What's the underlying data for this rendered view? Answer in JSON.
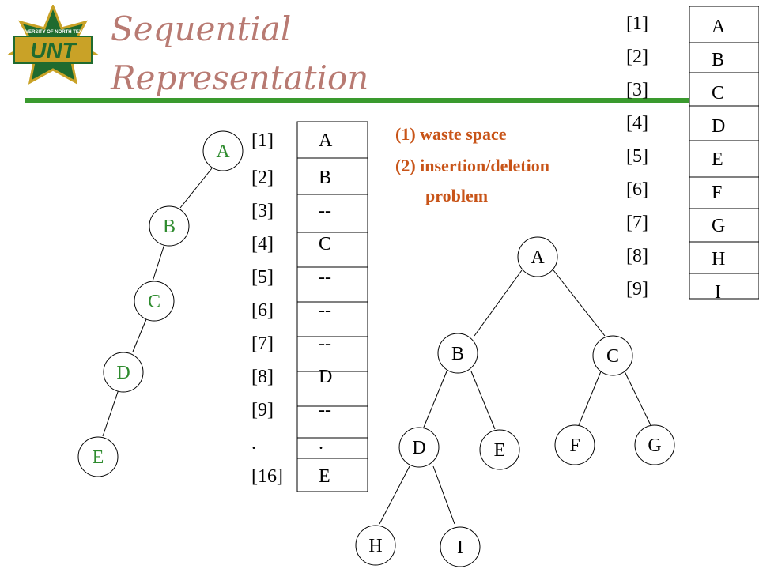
{
  "title": {
    "line1": "Sequential",
    "line2": "Representation"
  },
  "logo": {
    "main_text": "UNT",
    "ring_text": "UNIVERSITY OF NORTH TEXAS",
    "colors": {
      "green": "#1f6b2f",
      "gold": "#c9a227"
    }
  },
  "skewed_tree": {
    "nodes": [
      "A",
      "B",
      "C",
      "D",
      "E"
    ],
    "label_color": "#2e8b2e"
  },
  "skewed_array": {
    "indices": [
      "[1]",
      "[2]",
      "[3]",
      "[4]",
      "[5]",
      "[6]",
      "[7]",
      "[8]",
      "[9]",
      ".",
      "[16]"
    ],
    "values": [
      "A",
      "B",
      "--",
      "C",
      "--",
      "--",
      "--",
      "D",
      "--",
      ".",
      "E"
    ]
  },
  "notes": {
    "line1": "(1) waste space",
    "line2": "(2) insertion/deletion",
    "line3": "problem",
    "color": "#c85418"
  },
  "complete_array": {
    "indices": [
      "[1]",
      "[2]",
      "[3]",
      "[4]",
      "[5]",
      "[6]",
      "[7]",
      "[8]",
      "[9]"
    ],
    "values": [
      "A",
      "B",
      "C",
      "D",
      "E",
      "F",
      "G",
      "H",
      "I"
    ]
  },
  "complete_tree": {
    "nodes": [
      "A",
      "B",
      "C",
      "D",
      "E",
      "F",
      "G",
      "H",
      "I"
    ]
  },
  "colors": {
    "title": "#b87a72",
    "rule": "#3a9a2e"
  }
}
